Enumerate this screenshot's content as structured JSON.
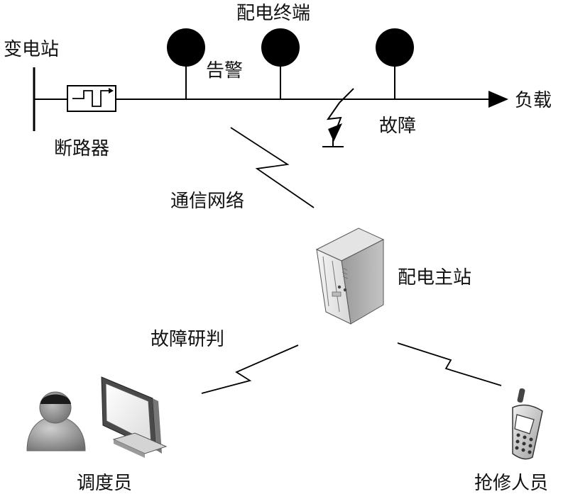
{
  "labels": {
    "substation": "变电站",
    "breaker": "断路器",
    "terminal": "配电终端",
    "alarm": "告警",
    "load": "负载",
    "fault": "故障",
    "comm_network": "通信网络",
    "master_station": "配电主站",
    "fault_analysis": "故障研判",
    "dispatcher": "调度员",
    "repair_staff": "抢修人员"
  }
}
